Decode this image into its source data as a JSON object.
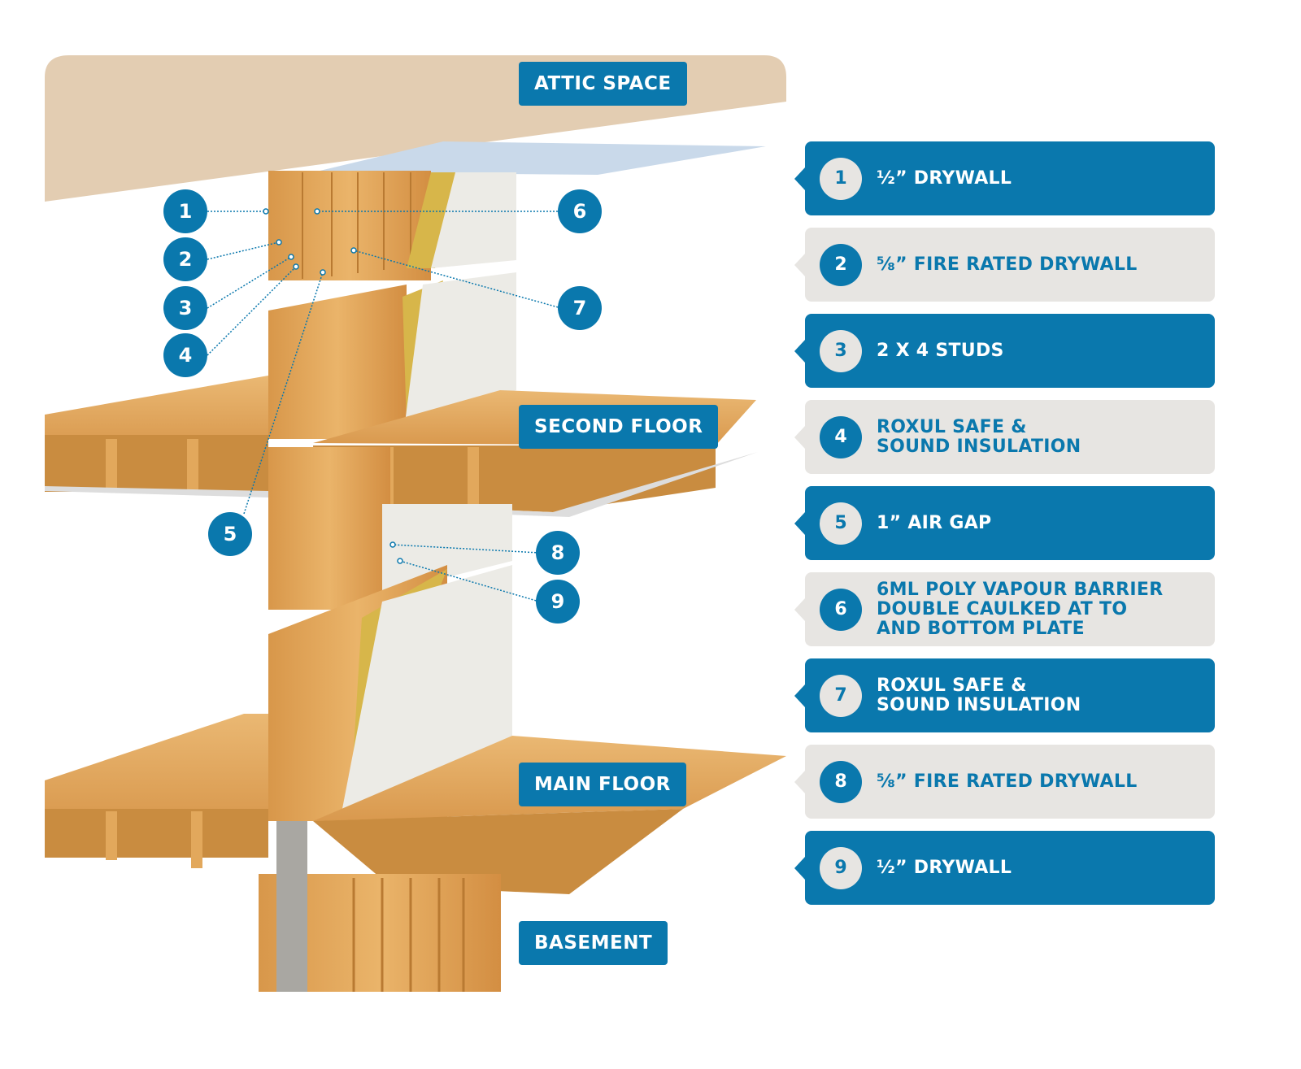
{
  "zones": {
    "attic": "ATTIC SPACE",
    "second_floor": "SECOND FLOOR",
    "main_floor": "MAIN FLOOR",
    "basement": "BASEMENT"
  },
  "callouts": [
    "1",
    "2",
    "3",
    "4",
    "5",
    "6",
    "7",
    "8",
    "9"
  ],
  "legend": [
    {
      "num": "1",
      "text": "½” DRYWALL",
      "style": "blue"
    },
    {
      "num": "2",
      "text": "⅝” FIRE RATED DRYWALL",
      "style": "gray"
    },
    {
      "num": "3",
      "text": "2 X 4 STUDS",
      "style": "blue"
    },
    {
      "num": "4",
      "text": "ROXUL SAFE &\nSOUND INSULATION",
      "style": "gray"
    },
    {
      "num": "5",
      "text": "1” AIR GAP",
      "style": "blue"
    },
    {
      "num": "6",
      "text": "6ML POLY VAPOUR BARRIER\nDOUBLE CAULKED AT TO\nAND BOTTOM PLATE",
      "style": "gray"
    },
    {
      "num": "7",
      "text": "ROXUL SAFE &\nSOUND INSULATION",
      "style": "blue"
    },
    {
      "num": "8",
      "text": "⅝” FIRE RATED DRYWALL",
      "style": "gray"
    },
    {
      "num": "9",
      "text": "½” DRYWALL",
      "style": "blue"
    }
  ],
  "colors": {
    "accent": "#0a78ad",
    "panel_gray": "#e7e5e2",
    "wood": "#e0a85a",
    "ceiling": "#e3cdb2"
  }
}
